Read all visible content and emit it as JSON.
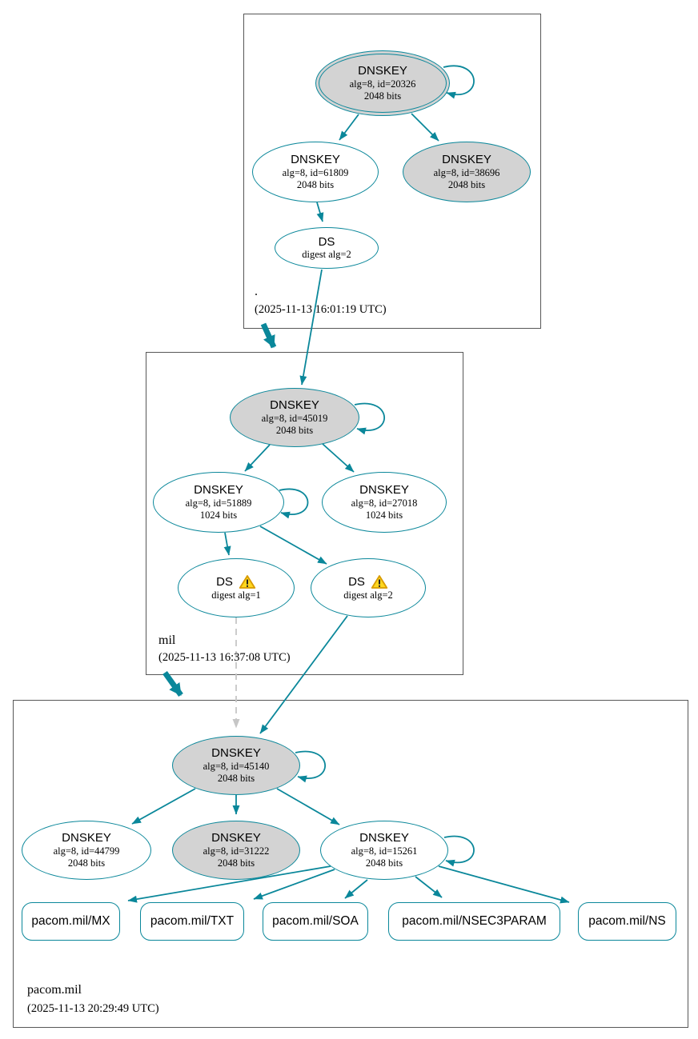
{
  "diagram": "DNSSEC authentication chain graph",
  "colors": {
    "secure_edge": "#0a879a",
    "sep_node_fill": "#d3d3d3",
    "node_fill": "#ffffff",
    "zone_box_border": "#575757",
    "insecure_dashed_edge": "#c6c6c6",
    "warning_fill": "#ffd71f",
    "warning_border": "#d89b00"
  },
  "zones": {
    "root": {
      "label": ".",
      "timestamp": "(2025-11-13 16:01:19 UTC)",
      "nodes": {
        "ksk": {
          "title": "DNSKEY",
          "detail1": "alg=8, id=20326",
          "detail2": "2048 bits"
        },
        "zsk": {
          "title": "DNSKEY",
          "detail1": "alg=8, id=61809",
          "detail2": "2048 bits"
        },
        "key38696": {
          "title": "DNSKEY",
          "detail1": "alg=8, id=38696",
          "detail2": "2048 bits"
        },
        "ds": {
          "title": "DS",
          "detail1": "digest alg=2"
        }
      }
    },
    "mil": {
      "label": "mil",
      "timestamp": "(2025-11-13 16:37:08 UTC)",
      "nodes": {
        "ksk": {
          "title": "DNSKEY",
          "detail1": "alg=8, id=45019",
          "detail2": "2048 bits"
        },
        "zsk": {
          "title": "DNSKEY",
          "detail1": "alg=8, id=51889",
          "detail2": "1024 bits"
        },
        "key27018": {
          "title": "DNSKEY",
          "detail1": "alg=8, id=27018",
          "detail2": "1024 bits"
        },
        "ds1": {
          "title": "DS",
          "detail1": "digest alg=1"
        },
        "ds2": {
          "title": "DS",
          "detail1": "digest alg=2"
        }
      }
    },
    "pacom": {
      "label": "pacom.mil",
      "timestamp": "(2025-11-13 20:29:49 UTC)",
      "nodes": {
        "ksk": {
          "title": "DNSKEY",
          "detail1": "alg=8, id=45140",
          "detail2": "2048 bits"
        },
        "key44799": {
          "title": "DNSKEY",
          "detail1": "alg=8, id=44799",
          "detail2": "2048 bits"
        },
        "key31222": {
          "title": "DNSKEY",
          "detail1": "alg=8, id=31222",
          "detail2": "2048 bits"
        },
        "key15261": {
          "title": "DNSKEY",
          "detail1": "alg=8, id=15261",
          "detail2": "2048 bits"
        }
      },
      "rrsets": {
        "mx": "pacom.mil/MX",
        "txt": "pacom.mil/TXT",
        "soa": "pacom.mil/SOA",
        "nsec3param": "pacom.mil/NSEC3PARAM",
        "ns": "pacom.mil/NS"
      }
    }
  }
}
